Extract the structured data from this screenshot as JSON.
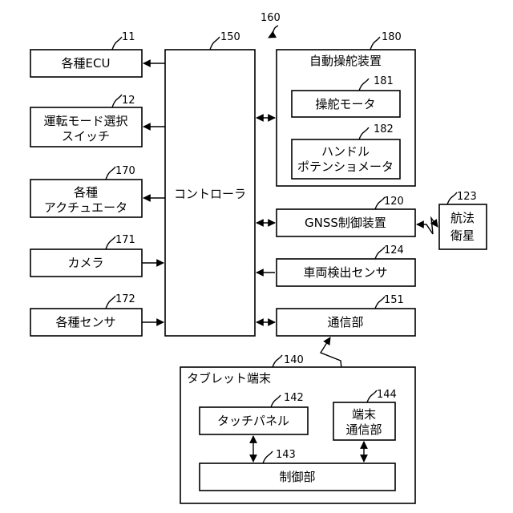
{
  "figure_number": "160",
  "blocks": {
    "ecu": {
      "ref": "11",
      "lines": [
        "各種ECU"
      ]
    },
    "mode_switch": {
      "ref": "12",
      "lines": [
        "運転モード選択",
        "スイッチ"
      ]
    },
    "actuators": {
      "ref": "170",
      "lines": [
        "各種",
        "アクチュエータ"
      ]
    },
    "camera": {
      "ref": "171",
      "lines": [
        "カメラ"
      ]
    },
    "sensors": {
      "ref": "172",
      "lines": [
        "各種センサ"
      ]
    },
    "controller": {
      "ref": "150",
      "lines": [
        "コントローラ"
      ]
    },
    "autosteer": {
      "ref": "180",
      "lines": [
        "自動操舵装置"
      ]
    },
    "steer_motor": {
      "ref": "181",
      "lines": [
        "操舵モータ"
      ]
    },
    "handle_pot": {
      "ref": "182",
      "lines": [
        "ハンドル",
        "ポテンショメータ"
      ]
    },
    "gnss": {
      "ref": "120",
      "lines": [
        "GNSS制御装置"
      ]
    },
    "satellite": {
      "ref": "123",
      "lines": [
        "航法",
        "衛星"
      ]
    },
    "vehicle_sensor": {
      "ref": "124",
      "lines": [
        "車両検出センサ"
      ]
    },
    "comm": {
      "ref": "151",
      "lines": [
        "通信部"
      ]
    },
    "tablet": {
      "ref": "140",
      "lines": [
        "タブレット端末"
      ]
    },
    "touch_panel": {
      "ref": "142",
      "lines": [
        "タッチパネル"
      ]
    },
    "terminal_comm": {
      "ref": "144",
      "lines": [
        "端末",
        "通信部"
      ]
    },
    "control_unit": {
      "ref": "143",
      "lines": [
        "制御部"
      ]
    }
  }
}
